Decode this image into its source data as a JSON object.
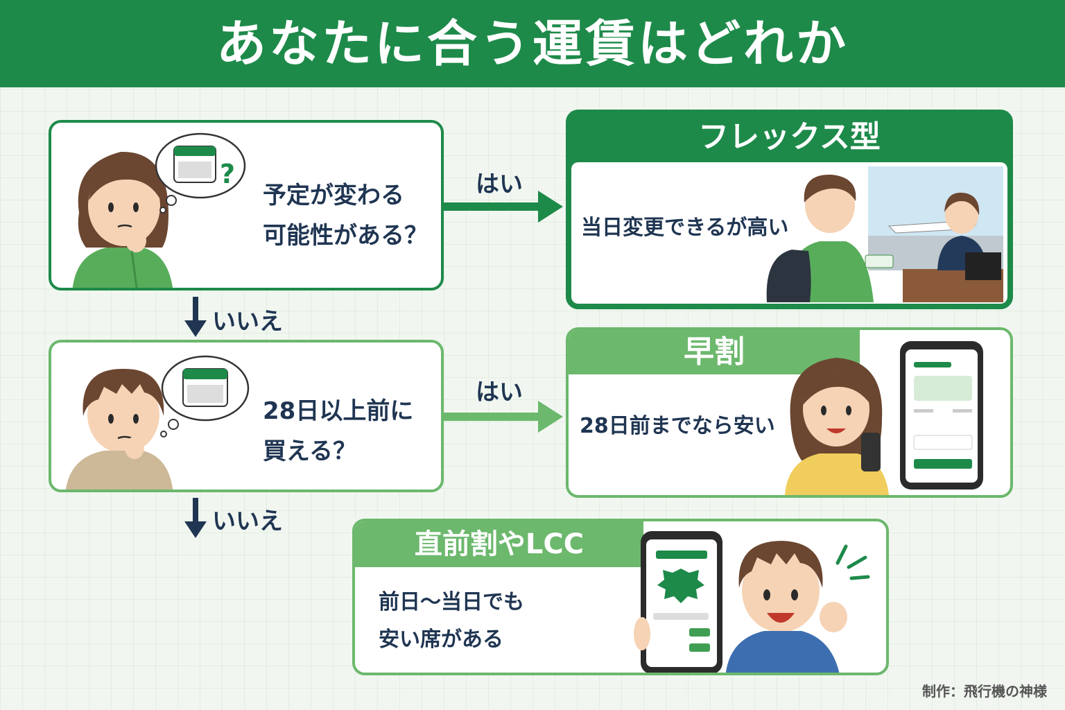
{
  "title": "あなたに合う運賃はどれか",
  "questions": [
    {
      "text": "予定が変わる\n可能性がある？"
    },
    {
      "text": "28日以上前に\n買える？"
    }
  ],
  "answers": {
    "yes": "はい",
    "no": "いいえ"
  },
  "results": [
    {
      "name": "フレックス型",
      "description": "当日変更できるが高い"
    },
    {
      "name": "早割",
      "description": "28日前までなら安い"
    },
    {
      "name": "直前割やLCC",
      "description": "前日〜当日でも\n安い席がある"
    }
  ],
  "credit": "制作：飛行機の神様",
  "colors": {
    "primary": "#1e8a4a",
    "secondary": "#6cb86d",
    "text": "#1f3552",
    "bg": "#f1f7f0"
  },
  "icons": [
    "calendar-question-icon",
    "calendar-icon",
    "megaphone-sparkle-icon"
  ]
}
